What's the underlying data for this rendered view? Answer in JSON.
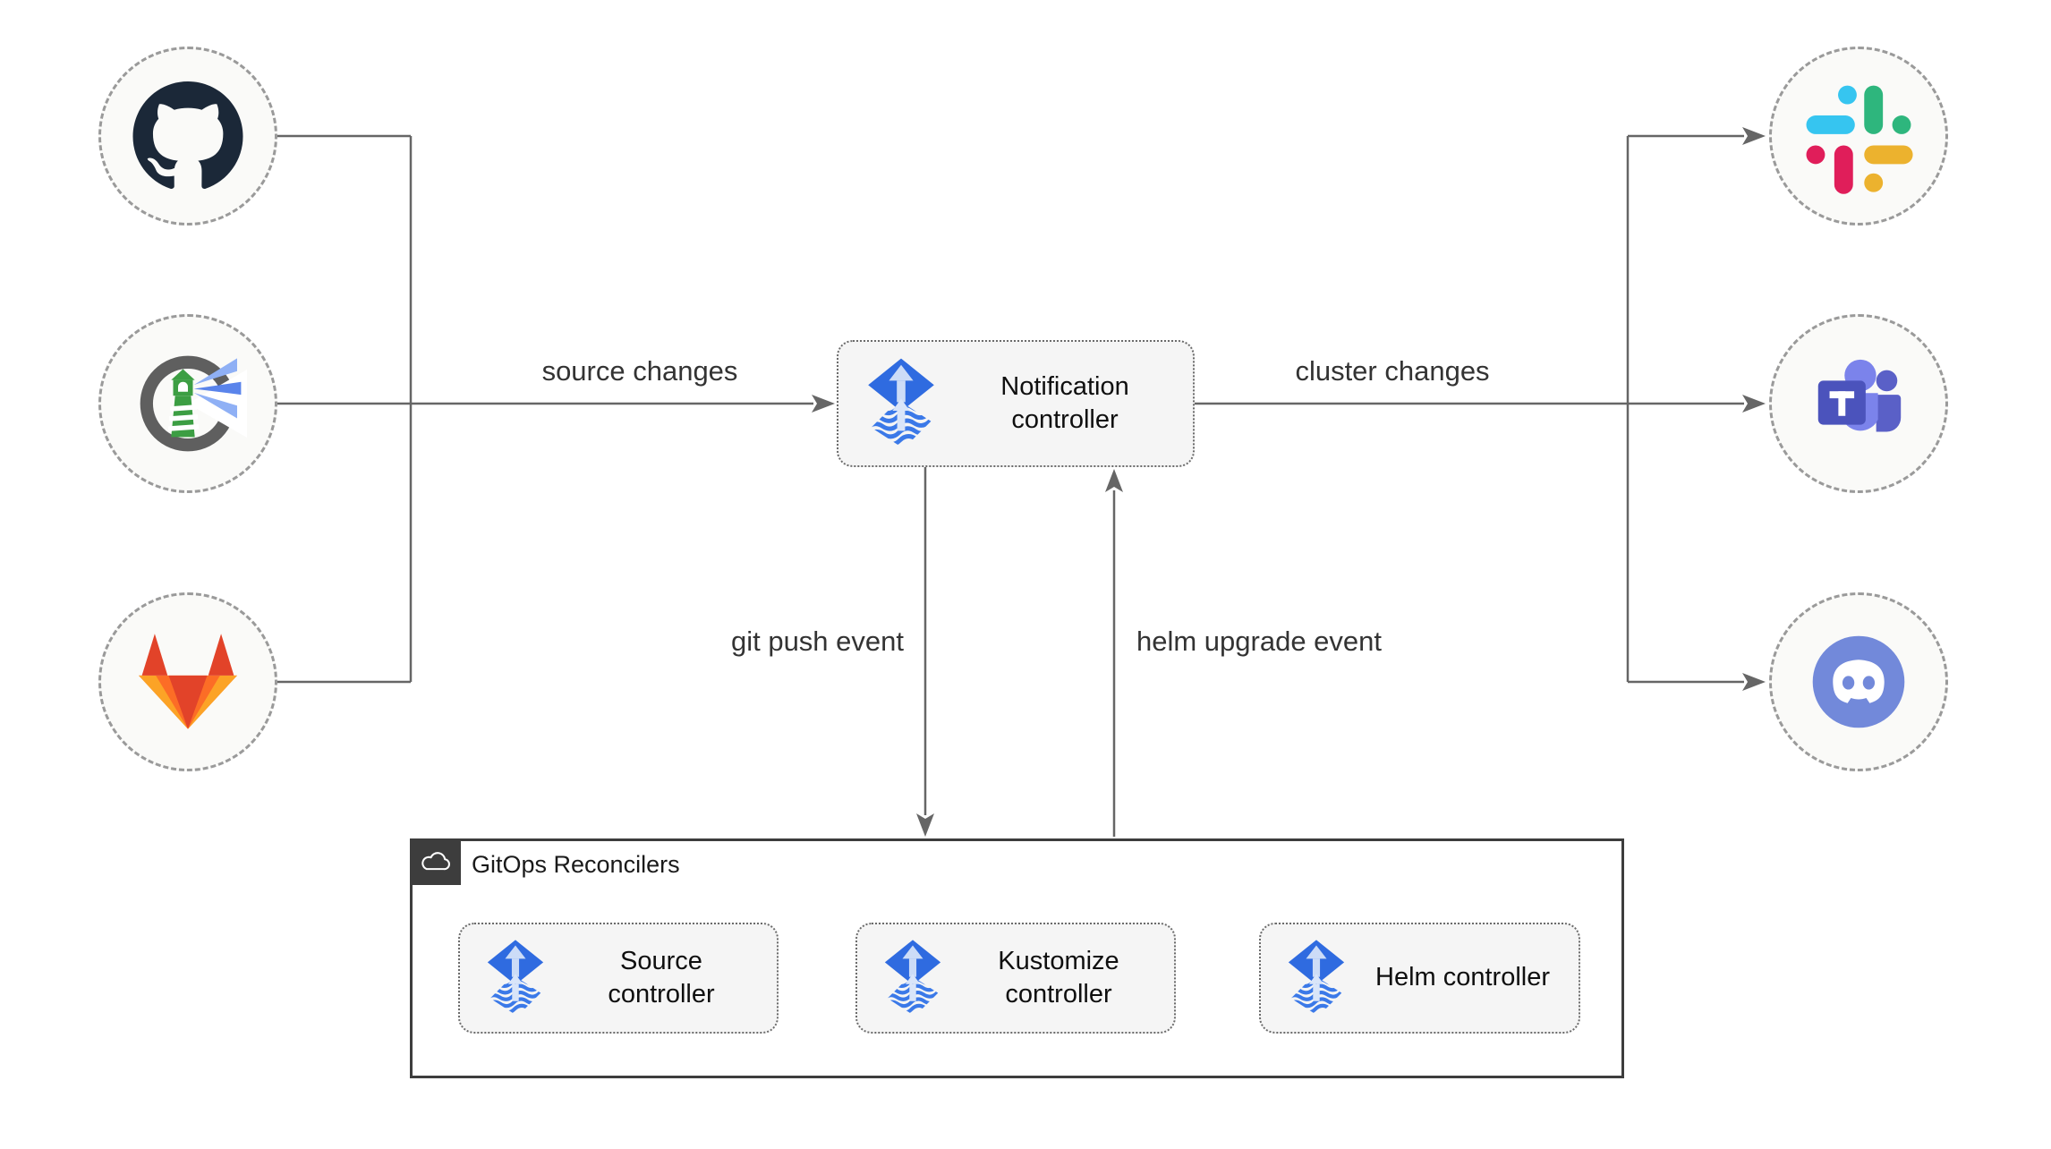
{
  "diagram": {
    "edge_labels": {
      "source_changes": "source changes",
      "cluster_changes": "cluster changes",
      "git_push_event": "git push event",
      "helm_upgrade_event": "helm upgrade event"
    },
    "notification_controller": {
      "label": "Notification controller",
      "icon": "flux-icon"
    },
    "gitops_reconcilers": {
      "label": "GitOps Reconcilers",
      "icon": "cloud-icon",
      "controllers": [
        {
          "label": "Source controller",
          "icon": "flux-icon"
        },
        {
          "label": "Kustomize controller",
          "icon": "flux-icon"
        },
        {
          "label": "Helm controller",
          "icon": "flux-icon"
        }
      ]
    },
    "sources": [
      {
        "icon": "github-icon"
      },
      {
        "icon": "harbor-icon"
      },
      {
        "icon": "gitlab-icon"
      }
    ],
    "targets": [
      {
        "icon": "slack-icon"
      },
      {
        "icon": "microsoft-teams-icon"
      },
      {
        "icon": "discord-icon"
      }
    ],
    "colors": {
      "edge": "#666666",
      "node_fill": "#f5f5f5",
      "node_border": "#6b6b6b",
      "circle_fill": "#fafaf8",
      "circle_border": "#9a9a9a",
      "container_border": "#3d3d3d",
      "flux_blue": "#2f6be0",
      "github_dark": "#1b2838",
      "gitlab_red": "#e24329",
      "gitlab_orange": "#fc6d26",
      "gitlab_yellow": "#fca326",
      "slack_blue": "#36c5f0",
      "slack_green": "#2eb67d",
      "slack_red": "#e01e5a",
      "slack_yellow": "#ecb22e",
      "teams_purple": "#5059c9",
      "teams_light_purple": "#7b83eb",
      "discord_blurple": "#7289da",
      "harbor_gray": "#5f5f5f",
      "harbor_green": "#3c9e43"
    }
  }
}
